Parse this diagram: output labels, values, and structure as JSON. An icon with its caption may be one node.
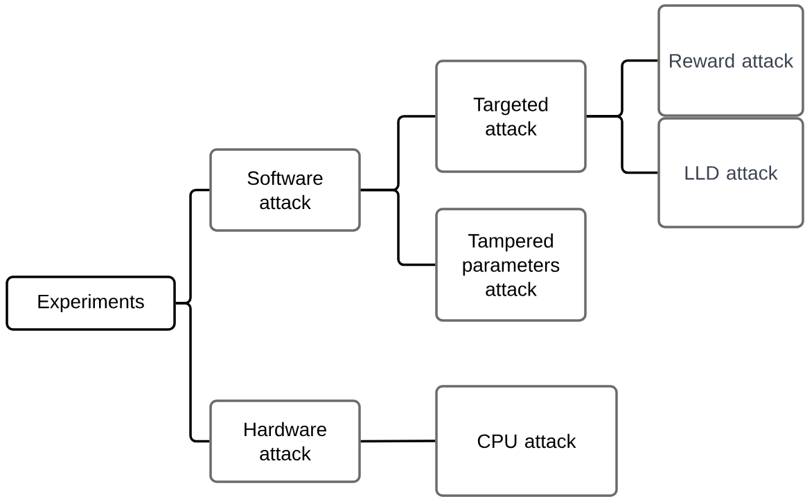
{
  "diagram": {
    "nodes": [
      {
        "text": [
          "Experiments"
        ]
      },
      {
        "text": [
          "Software attack"
        ]
      },
      {
        "text": [
          "Targeted attack"
        ]
      },
      {
        "text": [
          "Tampered parameters attack"
        ]
      },
      {
        "text": [
          "Reward attack"
        ]
      },
      {
        "text": [
          "LLD attack"
        ]
      },
      {
        "text": [
          "Hardware attack"
        ]
      },
      {
        "text": [
          "CPU attack"
        ]
      }
    ],
    "edges": [
      {
        "from": 0,
        "to": 1,
        "arrow": "none"
      },
      {
        "from": 0,
        "to": 6,
        "arrow": "none"
      },
      {
        "from": 1,
        "to": 2,
        "arrow": "none"
      },
      {
        "from": 1,
        "to": 3,
        "arrow": "none"
      },
      {
        "from": 2,
        "to": 4,
        "arrow": "none"
      },
      {
        "from": 2,
        "to": 5,
        "arrow": "none"
      },
      {
        "from": 6,
        "to": 7,
        "arrow": "none"
      }
    ]
  }
}
